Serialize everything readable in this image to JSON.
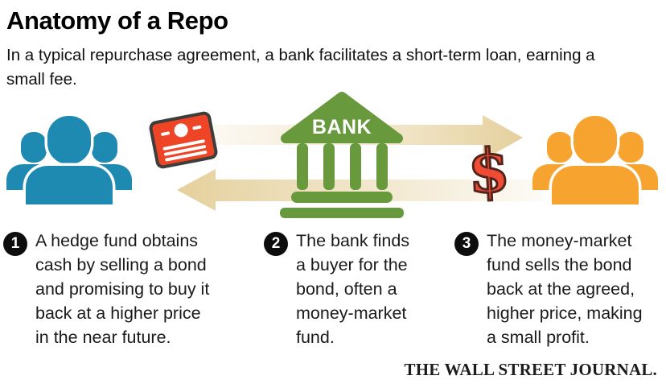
{
  "header": {
    "title": "Anatomy of a Repo",
    "subtitle": "In a typical repurchase agreement, a bank facilitates a short-term loan, earning a small fee."
  },
  "diagram": {
    "bank_label": "BANK",
    "dollar_symbol": "$"
  },
  "steps": [
    {
      "number": "1",
      "lines": [
        "A hedge fund obtains",
        "cash by selling a bond",
        "and promising to buy it",
        "back at a higher price",
        "in the near future."
      ]
    },
    {
      "number": "2",
      "lines": [
        "The bank finds",
        "a buyer for the",
        "bond, often a",
        "money-market",
        "fund."
      ]
    },
    {
      "number": "3",
      "lines": [
        "The money-market",
        "fund sells the bond",
        "back at the agreed,",
        "higher price, making",
        "a small profit."
      ]
    }
  ],
  "footer": {
    "brand": "THE WALL STREET JOURNAL."
  },
  "colors": {
    "hedge_fund_blue": "#1e8ab1",
    "money_market_orange": "#f6a42f",
    "bank_green": "#68993d",
    "bond_red": "#ee4527",
    "dollar_red": "#f04c35",
    "arrow_tan": "#e8d5a6"
  }
}
